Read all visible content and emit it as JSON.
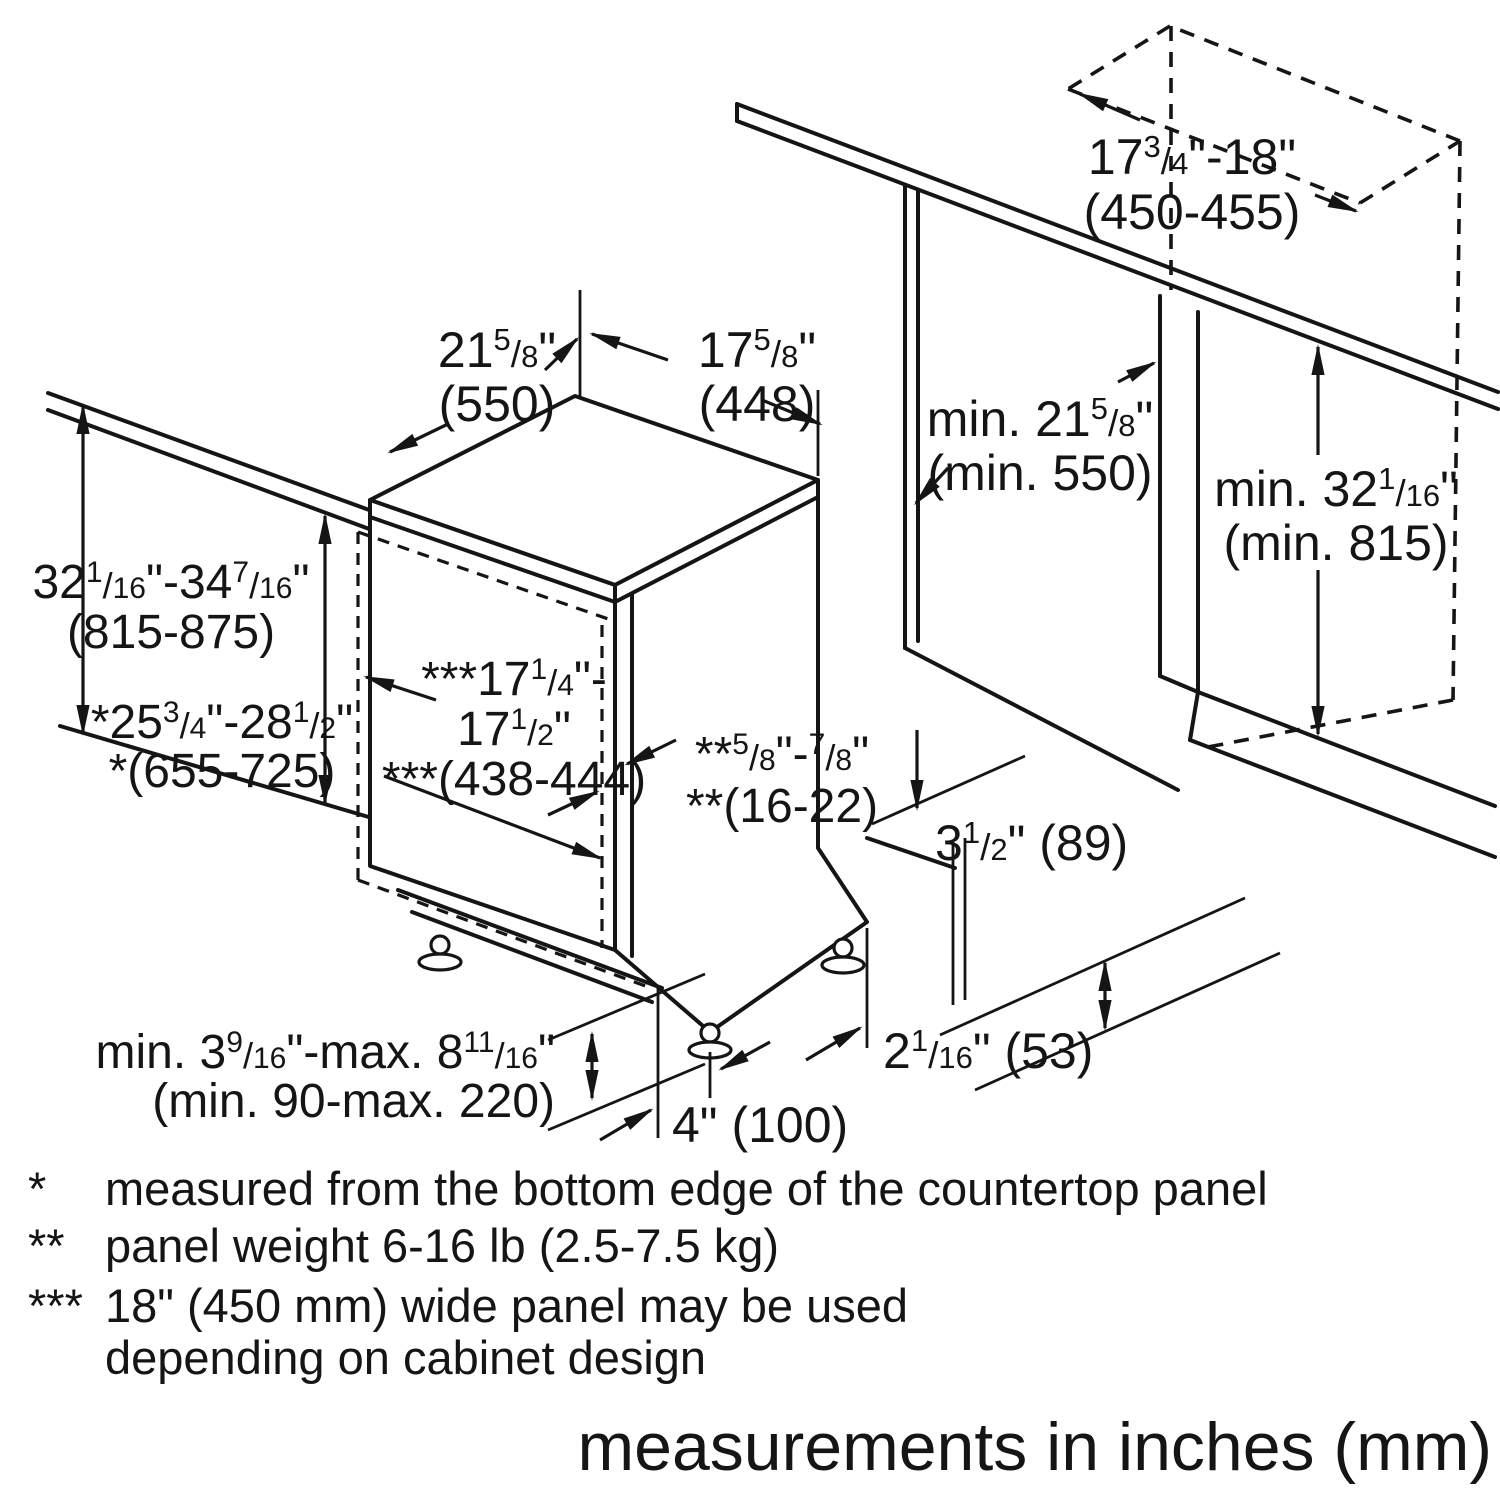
{
  "caption": "measurements in inches (mm)",
  "colors": {
    "line": "#151515",
    "background": "#ffffff"
  },
  "dimensions": {
    "cabinet_width": {
      "lines": [
        "17{3/4}\"-18\"",
        "(450-455)"
      ]
    },
    "dw_depth": {
      "lines": [
        "21{5/8}\"",
        "(550)"
      ]
    },
    "dw_width": {
      "lines": [
        "17{5/8}\"",
        "(448)"
      ]
    },
    "niche_width": {
      "lines": [
        "min. 21{5/8}\"",
        "(min. 550)"
      ]
    },
    "niche_height_right": {
      "lines": [
        "min. 32{1/16}\"",
        "(min. 815)"
      ]
    },
    "height_total": {
      "lines": [
        "32{1/16}\"-34{7/16}\"",
        "(815-875)"
      ]
    },
    "height_under_counter": {
      "lines": [
        "*25{3/4}\"-28{1/2}\"",
        "*(655-725)"
      ]
    },
    "panel_width": {
      "lines": [
        "***17{1/4}\"-",
        "17{1/2}\"",
        "***(438-444)"
      ]
    },
    "panel_thickness": {
      "lines": [
        "**{5/8}\"-{7/8}\"",
        "**(16-22)"
      ]
    },
    "toe_kick_height": {
      "lines": [
        "3{1/2}\" (89)"
      ]
    },
    "rear_foot_offset": {
      "lines": [
        "2{1/16}\" (53)"
      ]
    },
    "front_foot_offset": {
      "lines": [
        "4\" (100)"
      ]
    },
    "leveling_range": {
      "lines": [
        "min. 3{9/16}\"-max. 8{11/16}\"",
        "(min. 90-max. 220)"
      ]
    }
  },
  "footnotes": [
    {
      "marker": "*",
      "lines": [
        "measured from the bottom edge of the countertop panel"
      ]
    },
    {
      "marker": "**",
      "lines": [
        "panel weight 6-16 lb (2.5-7.5 kg)"
      ]
    },
    {
      "marker": "***",
      "lines": [
        "18\" (450 mm) wide panel may be used",
        "depending on cabinet design"
      ]
    }
  ]
}
